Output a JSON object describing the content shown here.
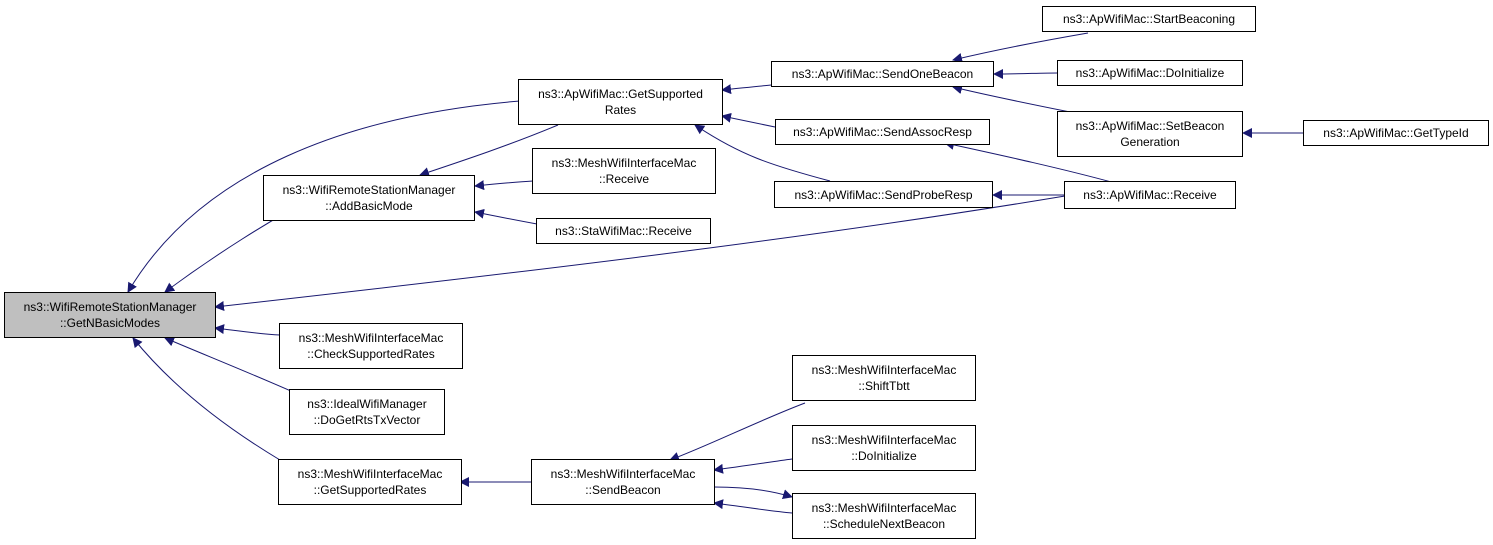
{
  "colors": {
    "edge": "#191970",
    "node_border": "#000000",
    "root_fill": "#bfbfbf",
    "node_fill": "#ffffff"
  },
  "nodes": {
    "root": {
      "line1": "ns3::WifiRemoteStationManager",
      "line2": "::GetNBasicModes"
    },
    "add_basic_mode": {
      "line1": "ns3::WifiRemoteStationManager",
      "line2": "::AddBasicMode"
    },
    "ap_get_supported_rates": {
      "line1": "ns3::ApWifiMac::GetSupported",
      "line2": "Rates"
    },
    "mesh_receive": {
      "line1": "ns3::MeshWifiInterfaceMac",
      "line2": "::Receive"
    },
    "sta_receive": {
      "line1": "ns3::StaWifiMac::Receive"
    },
    "ap_send_one_beacon": {
      "line1": "ns3::ApWifiMac::SendOneBeacon"
    },
    "ap_send_assoc_resp": {
      "line1": "ns3::ApWifiMac::SendAssocResp"
    },
    "ap_send_probe_resp": {
      "line1": "ns3::ApWifiMac::SendProbeResp"
    },
    "ap_start_beaconing": {
      "line1": "ns3::ApWifiMac::StartBeaconing"
    },
    "ap_do_initialize": {
      "line1": "ns3::ApWifiMac::DoInitialize"
    },
    "ap_set_beacon_generation": {
      "line1": "ns3::ApWifiMac::SetBeacon",
      "line2": "Generation"
    },
    "ap_get_type_id": {
      "line1": "ns3::ApWifiMac::GetTypeId"
    },
    "ap_receive": {
      "line1": "ns3::ApWifiMac::Receive"
    },
    "mesh_check_supported_rates": {
      "line1": "ns3::MeshWifiInterfaceMac",
      "line2": "::CheckSupportedRates"
    },
    "ideal_do_get_rts_tx_vector": {
      "line1": "ns3::IdealWifiManager",
      "line2": "::DoGetRtsTxVector"
    },
    "mesh_get_supported_rates": {
      "line1": "ns3::MeshWifiInterfaceMac",
      "line2": "::GetSupportedRates"
    },
    "mesh_send_beacon": {
      "line1": "ns3::MeshWifiInterfaceMac",
      "line2": "::SendBeacon"
    },
    "mesh_shift_tbtt": {
      "line1": "ns3::MeshWifiInterfaceMac",
      "line2": "::ShiftTbtt"
    },
    "mesh_do_initialize": {
      "line1": "ns3::MeshWifiInterfaceMac",
      "line2": "::DoInitialize"
    },
    "mesh_schedule_next_beacon": {
      "line1": "ns3::MeshWifiInterfaceMac",
      "line2": "::ScheduleNextBeacon"
    }
  },
  "edges": [
    {
      "from": "add_basic_mode",
      "to": "root"
    },
    {
      "from": "ap_get_supported_rates",
      "to": "root"
    },
    {
      "from": "ap_receive",
      "to": "root"
    },
    {
      "from": "mesh_check_supported_rates",
      "to": "root"
    },
    {
      "from": "ideal_do_get_rts_tx_vector",
      "to": "root"
    },
    {
      "from": "mesh_get_supported_rates",
      "to": "root"
    },
    {
      "from": "ap_get_supported_rates",
      "to": "add_basic_mode"
    },
    {
      "from": "mesh_receive",
      "to": "add_basic_mode"
    },
    {
      "from": "sta_receive",
      "to": "add_basic_mode"
    },
    {
      "from": "ap_send_one_beacon",
      "to": "ap_get_supported_rates"
    },
    {
      "from": "ap_send_assoc_resp",
      "to": "ap_get_supported_rates"
    },
    {
      "from": "ap_send_probe_resp",
      "to": "ap_get_supported_rates"
    },
    {
      "from": "ap_start_beaconing",
      "to": "ap_send_one_beacon"
    },
    {
      "from": "ap_do_initialize",
      "to": "ap_send_one_beacon"
    },
    {
      "from": "ap_set_beacon_generation",
      "to": "ap_send_one_beacon"
    },
    {
      "from": "ap_get_type_id",
      "to": "ap_set_beacon_generation"
    },
    {
      "from": "ap_receive",
      "to": "ap_send_assoc_resp"
    },
    {
      "from": "ap_receive",
      "to": "ap_send_probe_resp"
    },
    {
      "from": "mesh_send_beacon",
      "to": "mesh_get_supported_rates"
    },
    {
      "from": "mesh_shift_tbtt",
      "to": "mesh_send_beacon"
    },
    {
      "from": "mesh_do_initialize",
      "to": "mesh_send_beacon"
    },
    {
      "from": "mesh_schedule_next_beacon",
      "to": "mesh_send_beacon"
    },
    {
      "from": "mesh_send_beacon",
      "to": "mesh_schedule_next_beacon"
    }
  ]
}
